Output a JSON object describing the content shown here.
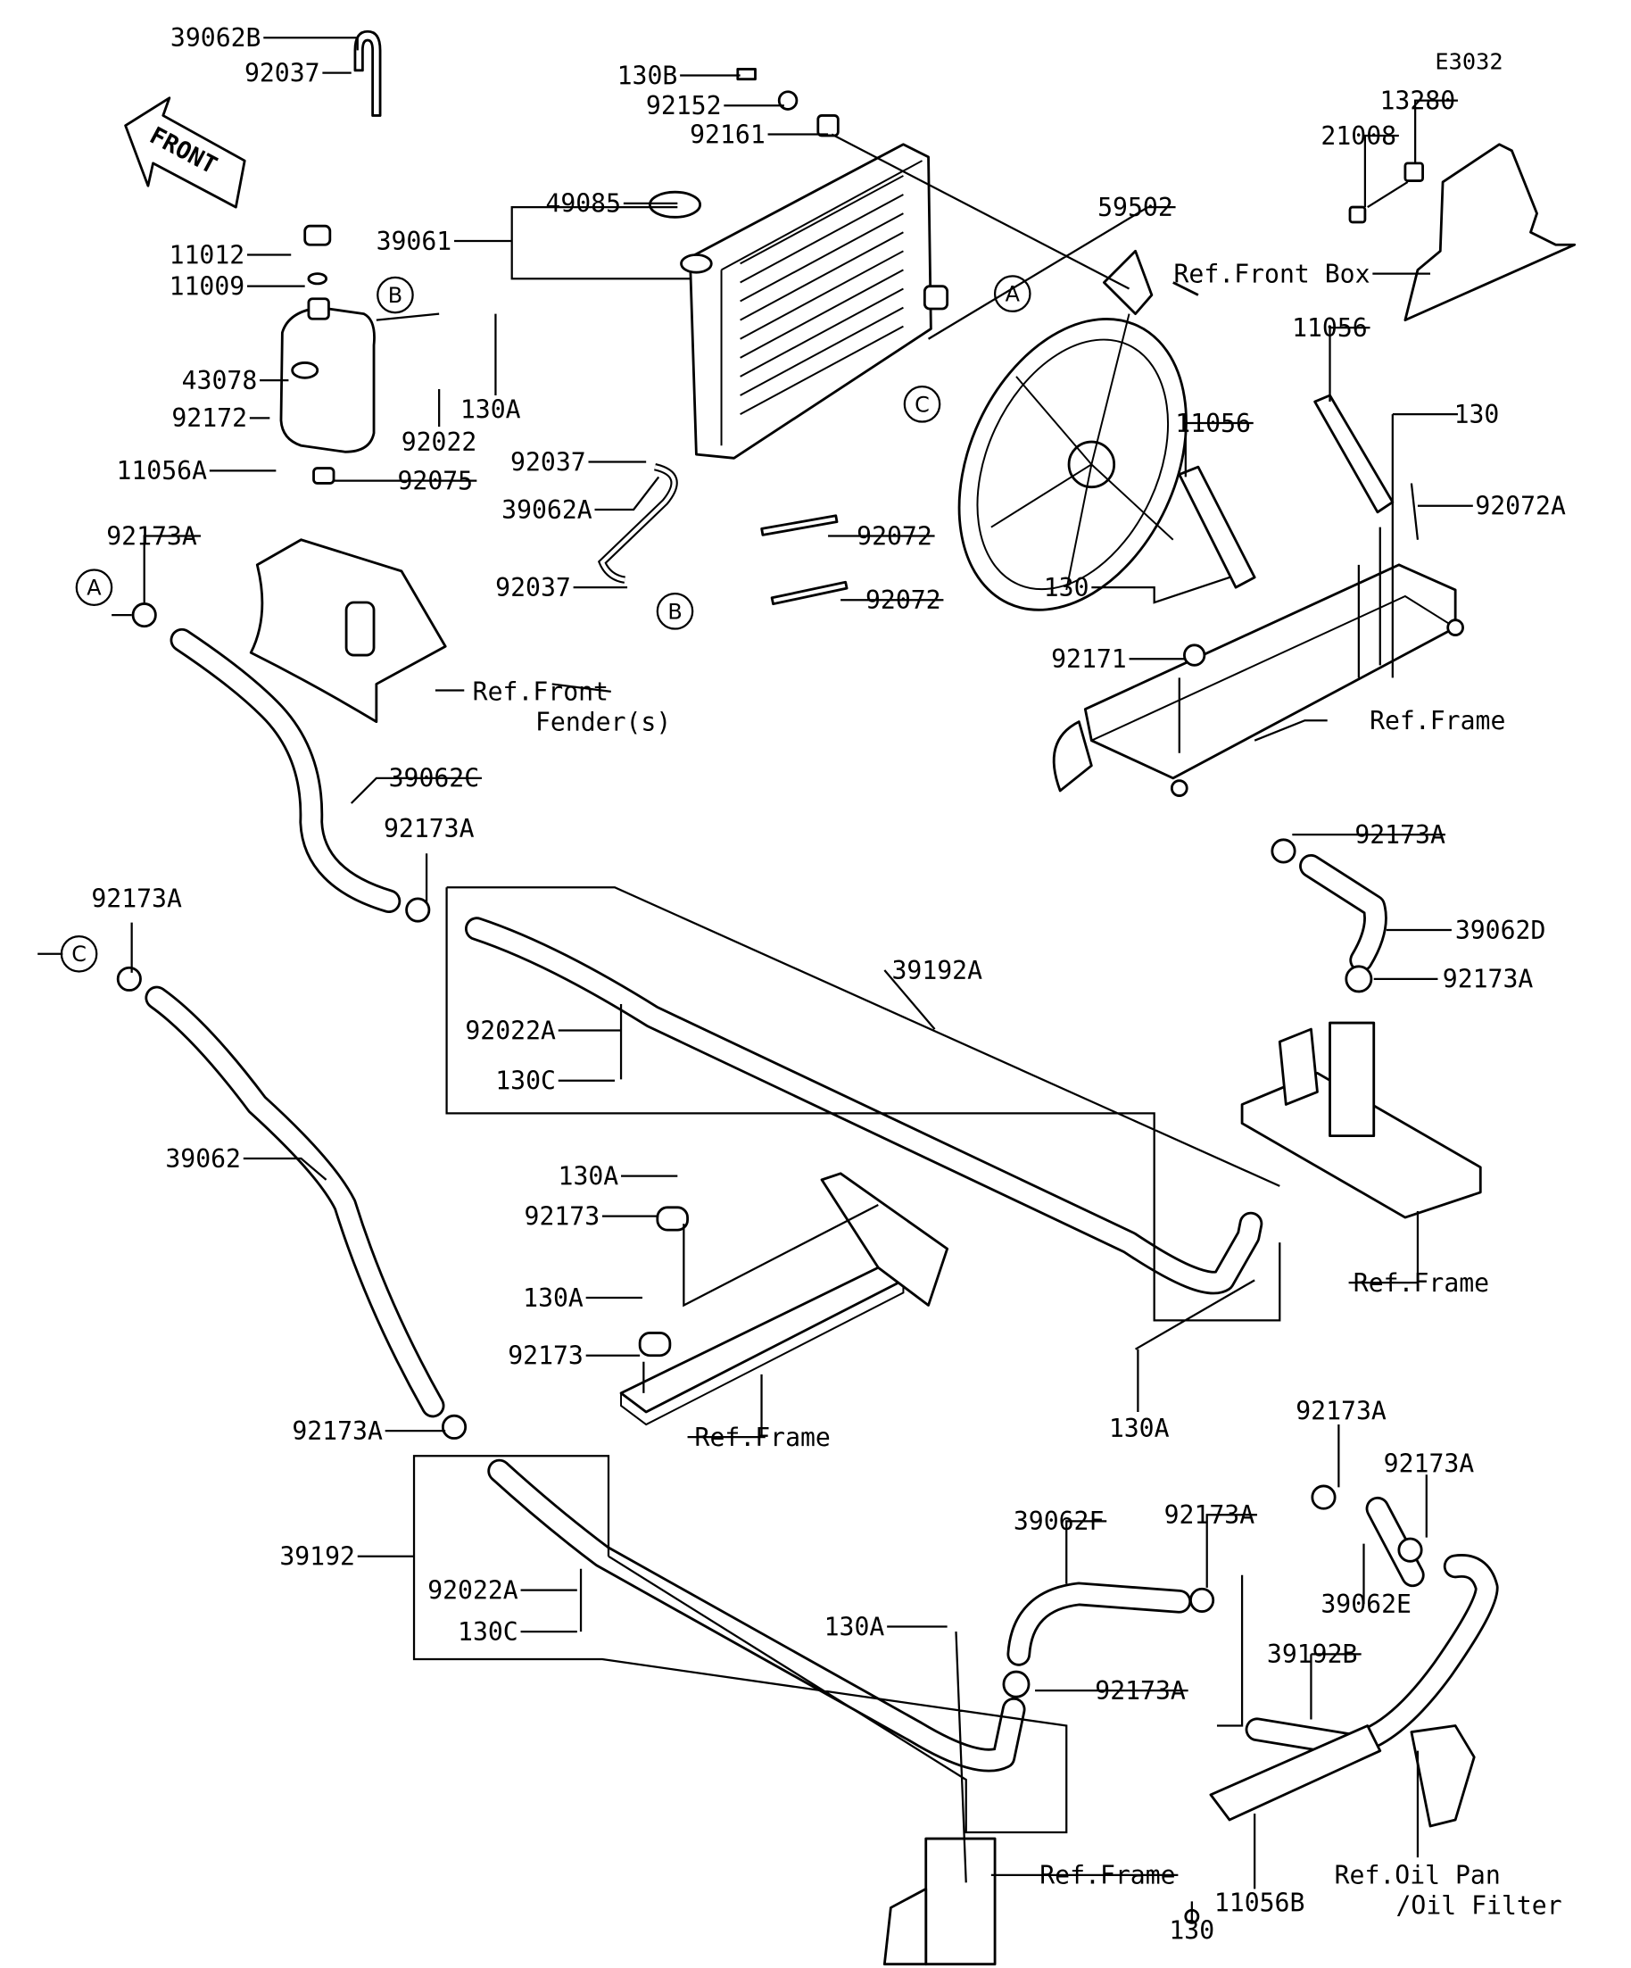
{
  "diagram_code": "E3032",
  "front_arrow": "FRONT",
  "callouts": [
    "39062B",
    "92037",
    "11012",
    "11009",
    "39061",
    "49085",
    "130B",
    "92152",
    "92161",
    "59502",
    "E3032",
    "13280",
    "21008",
    "43078",
    "92172",
    "11056A",
    "92075",
    "92022",
    "130A",
    "92037",
    "39062A",
    "92037",
    "92072",
    "92072",
    "11056",
    "11056",
    "130",
    "92072A",
    "130",
    "92171",
    "92173A",
    "39062C",
    "92173A",
    "92173A",
    "39062D",
    "92173A",
    "92173A",
    "39192A",
    "92022A",
    "130C",
    "39062",
    "130A",
    "92173",
    "130A",
    "92173",
    "130A",
    "92173A",
    "39192",
    "92022A",
    "130C",
    "130A",
    "92173A",
    "39062F",
    "92173A",
    "92173A",
    "92173A",
    "39062E",
    "39192B",
    "130",
    "11056B"
  ],
  "refs": [
    "Ref.Front Box",
    "Ref.Front",
    "Fender(s)",
    "Ref.Frame",
    "Ref.Frame",
    "Ref.Frame",
    "Ref.Frame",
    "Ref.Oil Pan",
    "/Oil Filter"
  ],
  "markers": [
    "A",
    "C",
    "B",
    "B",
    "A",
    "C"
  ]
}
